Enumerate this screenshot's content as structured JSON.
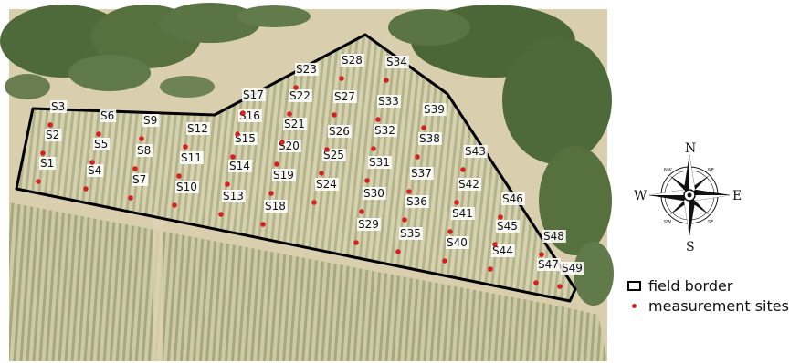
{
  "legend": {
    "border_label": "field border",
    "sites_label": "measurement sites"
  },
  "compass": {
    "N": "N",
    "S": "S",
    "E": "E",
    "W": "W",
    "NE": "NE",
    "NW": "NW",
    "SE": "SE",
    "SW": "SW"
  },
  "colors": {
    "site_marker": "#d62020",
    "field_border": "#000000",
    "vegetation": "#4f6a3a",
    "soil": "#d9cfae"
  },
  "sites": [
    {
      "label": "S1"
    },
    {
      "label": "S2"
    },
    {
      "label": "S3"
    },
    {
      "label": "S4"
    },
    {
      "label": "S5"
    },
    {
      "label": "S6"
    },
    {
      "label": "S7"
    },
    {
      "label": "S8"
    },
    {
      "label": "S9"
    },
    {
      "label": "S10"
    },
    {
      "label": "S11"
    },
    {
      "label": "S12"
    },
    {
      "label": "S13"
    },
    {
      "label": "S14"
    },
    {
      "label": "S15"
    },
    {
      "label": "S16"
    },
    {
      "label": "S17"
    },
    {
      "label": "S18"
    },
    {
      "label": "S19"
    },
    {
      "label": "S20"
    },
    {
      "label": "S21"
    },
    {
      "label": "S22"
    },
    {
      "label": "S23"
    },
    {
      "label": "S24"
    },
    {
      "label": "S25"
    },
    {
      "label": "S26"
    },
    {
      "label": "S27"
    },
    {
      "label": "S28"
    },
    {
      "label": "S29"
    },
    {
      "label": "S30"
    },
    {
      "label": "S31"
    },
    {
      "label": "S32"
    },
    {
      "label": "S33"
    },
    {
      "label": "S34"
    },
    {
      "label": "S35"
    },
    {
      "label": "S36"
    },
    {
      "label": "S37"
    },
    {
      "label": "S38"
    },
    {
      "label": "S39"
    },
    {
      "label": "S40"
    },
    {
      "label": "S41"
    },
    {
      "label": "S42"
    },
    {
      "label": "S43"
    },
    {
      "label": "S44"
    },
    {
      "label": "S45"
    },
    {
      "label": "S46"
    },
    {
      "label": "S47"
    },
    {
      "label": "S48"
    },
    {
      "label": "S49"
    }
  ]
}
